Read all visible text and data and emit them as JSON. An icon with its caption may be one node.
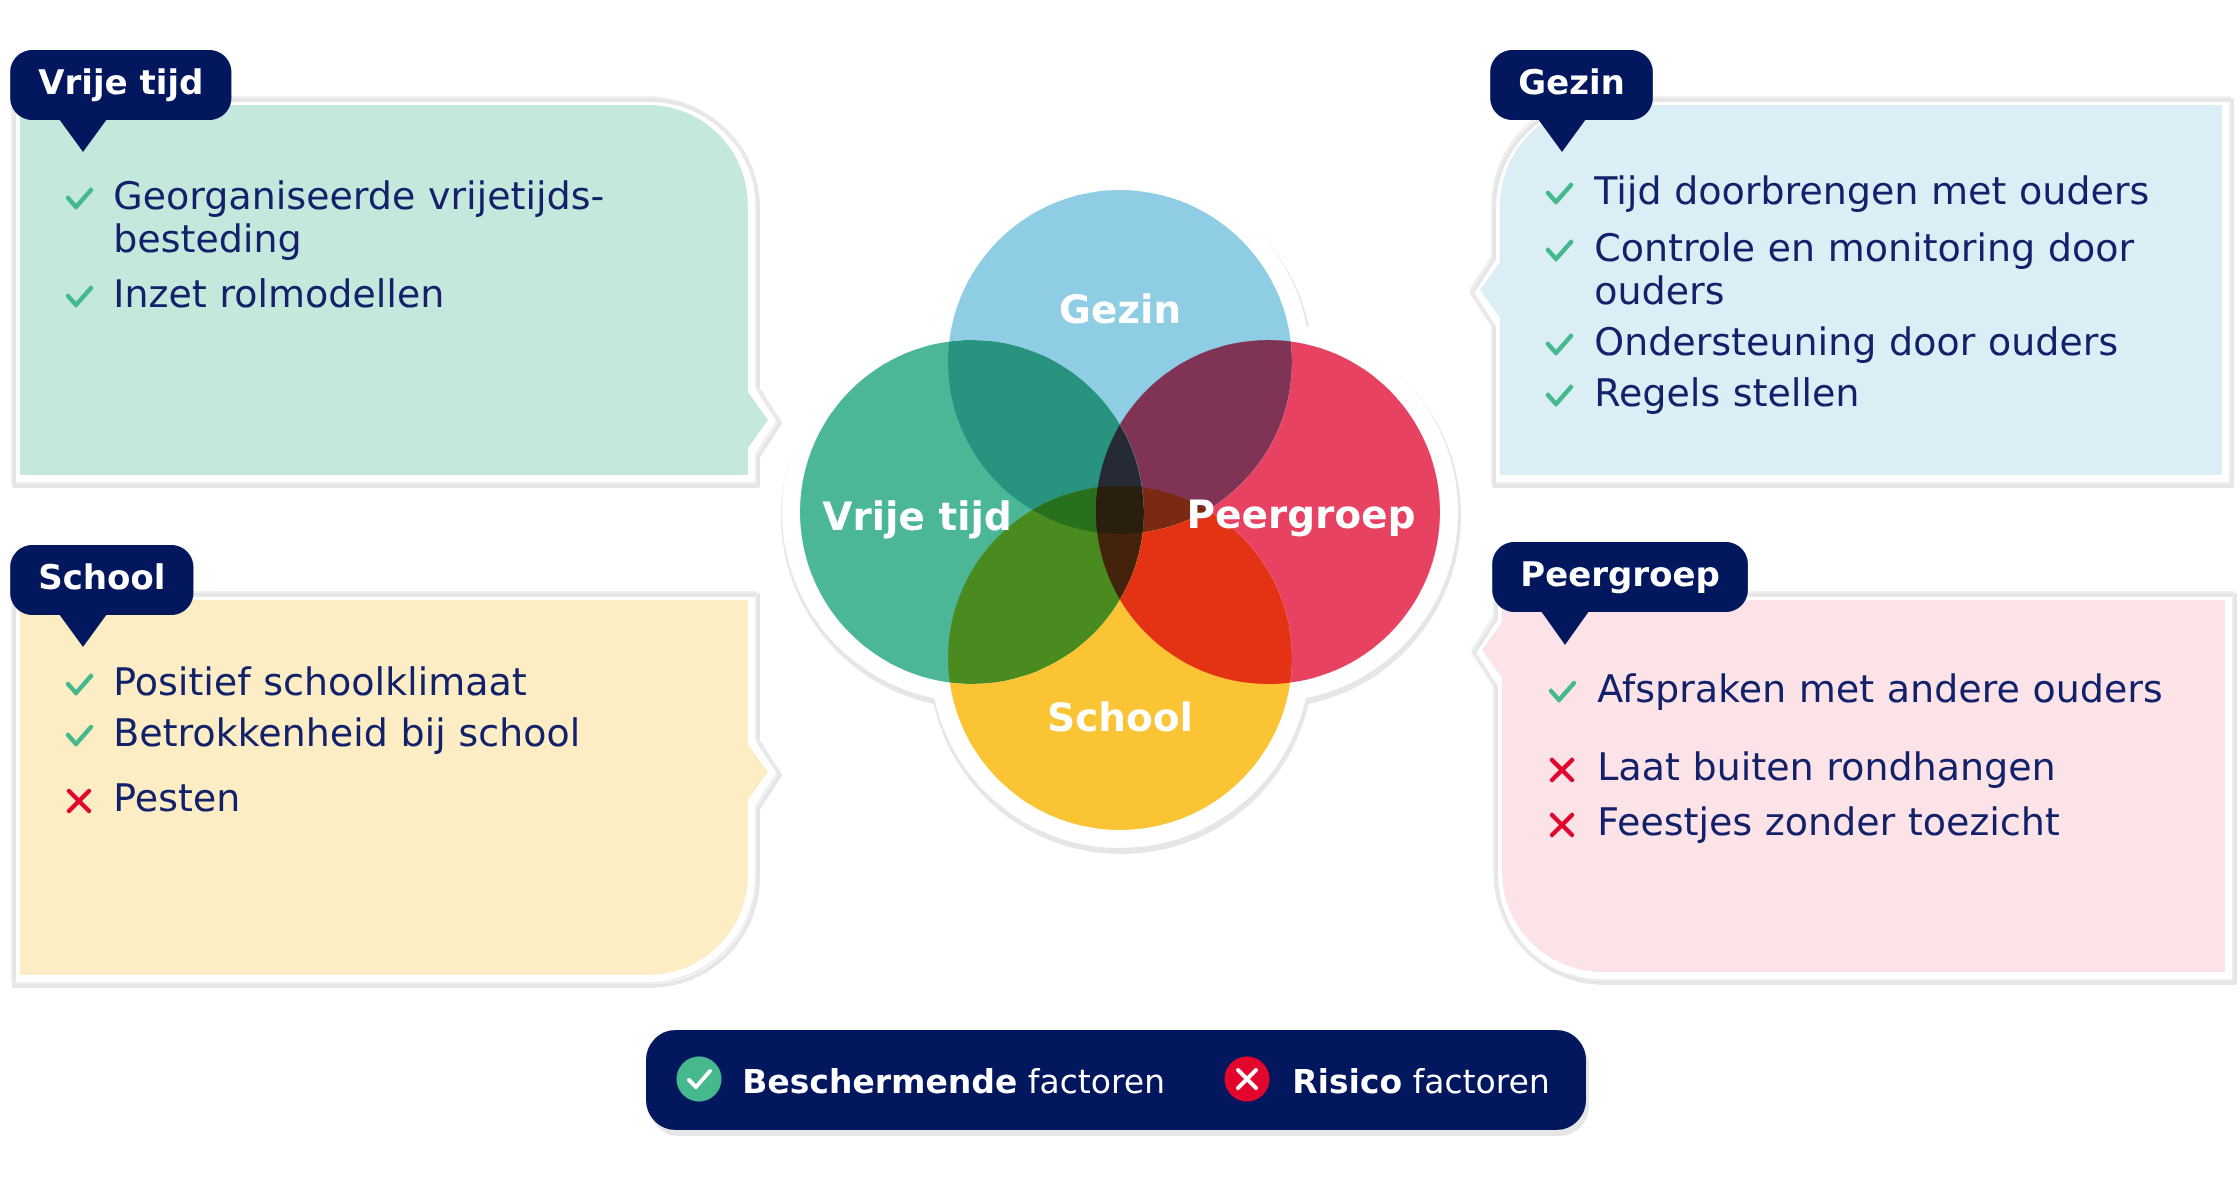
{
  "diagram": {
    "nodes": [
      {
        "text": [
          "Vrije tijd",
          "Georganiseerde vrijetijds- besteding",
          "Inzet rolmodellen"
        ]
      },
      {
        "text": [
          "Gezin"
        ]
      },
      {
        "text": [
          "Gezin",
          "Tijd doorbrengen met ouders",
          "Controle en monitoring door ouders",
          "Ondersteuning door ouders",
          "Regels stellen"
        ]
      },
      {
        "text": [
          "Vrije tijd"
        ]
      },
      {
        "text": [
          "Peergroep"
        ]
      },
      {
        "text": [
          "School",
          "Positief schoolklimaat",
          "Betrokkenheid bij school",
          "Pesten"
        ]
      },
      {
        "text": [
          "School"
        ]
      },
      {
        "text": [
          "Peergroep",
          "Afspraken met andere ouders",
          "Laat buiten rondhangen",
          "Feestjes zonder toezicht"
        ]
      }
    ],
    "legend": [
      {
        "text": "**Beschermende** factoren"
      },
      {
        "text": "**Risico** factoren"
      }
    ]
  }
}
